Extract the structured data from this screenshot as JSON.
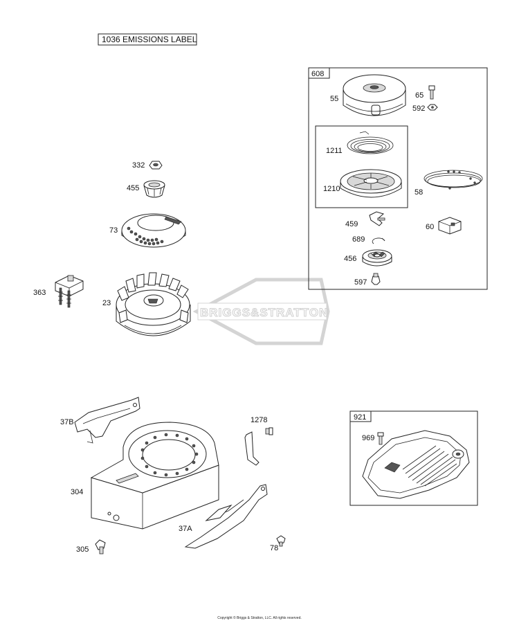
{
  "title_label": "1036 EMISSIONS LABEL",
  "watermark": "BRIGGS&STRATTON",
  "copyright": "Copyright © Briggs & Stratton, LLC. All rights reserved.",
  "boxes": {
    "rewind_starter": "608",
    "flywheel_screen": "921"
  },
  "parts": {
    "p55": "55",
    "p65": "65",
    "p592": "592",
    "p1211": "1211",
    "p1210": "1210",
    "p58": "58",
    "p459": "459",
    "p60": "60",
    "p689": "689",
    "p456": "456",
    "p597": "597",
    "p332": "332",
    "p455": "455",
    "p73": "73",
    "p363": "363",
    "p23": "23",
    "p37b": "37B",
    "p1278": "1278",
    "p304": "304",
    "p37a": "37A",
    "p305": "305",
    "p78": "78",
    "p969": "969"
  }
}
